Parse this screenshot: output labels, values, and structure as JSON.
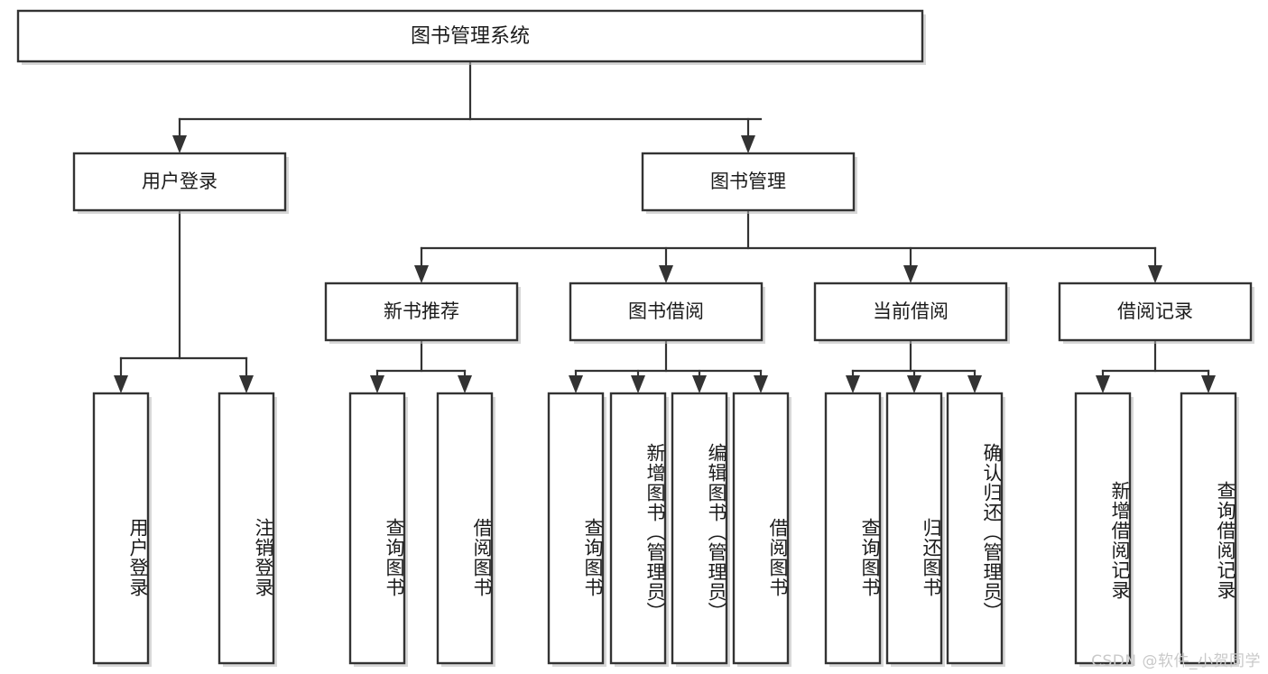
{
  "diagram": {
    "type": "tree",
    "title": "图书管理系统",
    "orientation": "top-down",
    "watermark": "CSDN @软件_小贺同学",
    "colors": {
      "box_stroke": "#333333",
      "box_fill": "#ffffff",
      "connector": "#333333",
      "text": "#1b1b1b",
      "watermark": "#c9c9c9",
      "shadow": "#b8b8b8"
    },
    "root": {
      "label": "图书管理系统"
    },
    "level2": [
      {
        "label": "用户登录"
      },
      {
        "label": "图书管理"
      }
    ],
    "level3": [
      {
        "label": "新书推荐"
      },
      {
        "label": "图书借阅"
      },
      {
        "label": "当前借阅"
      },
      {
        "label": "借阅记录"
      }
    ],
    "leaves": {
      "user_login": [
        "用户登录",
        "注销登录"
      ],
      "new_book_recommend": [
        "查询图书",
        "借阅图书"
      ],
      "book_borrow": [
        "查询图书",
        "新增图书（管理员）",
        "编辑图书（管理员）",
        "借阅图书"
      ],
      "current_borrow": [
        "查询图书",
        "归还图书",
        "确认归还（管理员）"
      ],
      "borrow_record": [
        "新增借阅记录",
        "查询借阅记录"
      ]
    },
    "edges": [
      {
        "from": "图书管理系统",
        "to": "用户登录"
      },
      {
        "from": "图书管理系统",
        "to": "图书管理"
      },
      {
        "from": "用户登录",
        "to": "用户登录(叶)"
      },
      {
        "from": "用户登录",
        "to": "注销登录"
      },
      {
        "from": "图书管理",
        "to": "新书推荐"
      },
      {
        "from": "图书管理",
        "to": "图书借阅"
      },
      {
        "from": "图书管理",
        "to": "当前借阅"
      },
      {
        "from": "图书管理",
        "to": "借阅记录"
      },
      {
        "from": "新书推荐",
        "to": "查询图书"
      },
      {
        "from": "新书推荐",
        "to": "借阅图书"
      },
      {
        "from": "图书借阅",
        "to": "查询图书"
      },
      {
        "from": "图书借阅",
        "to": "新增图书（管理员）"
      },
      {
        "from": "图书借阅",
        "to": "编辑图书（管理员）"
      },
      {
        "from": "图书借阅",
        "to": "借阅图书"
      },
      {
        "from": "当前借阅",
        "to": "查询图书"
      },
      {
        "from": "当前借阅",
        "to": "归还图书"
      },
      {
        "from": "当前借阅",
        "to": "确认归还（管理员）"
      },
      {
        "from": "借阅记录",
        "to": "新增借阅记录"
      },
      {
        "from": "借阅记录",
        "to": "查询借阅记录"
      }
    ]
  }
}
